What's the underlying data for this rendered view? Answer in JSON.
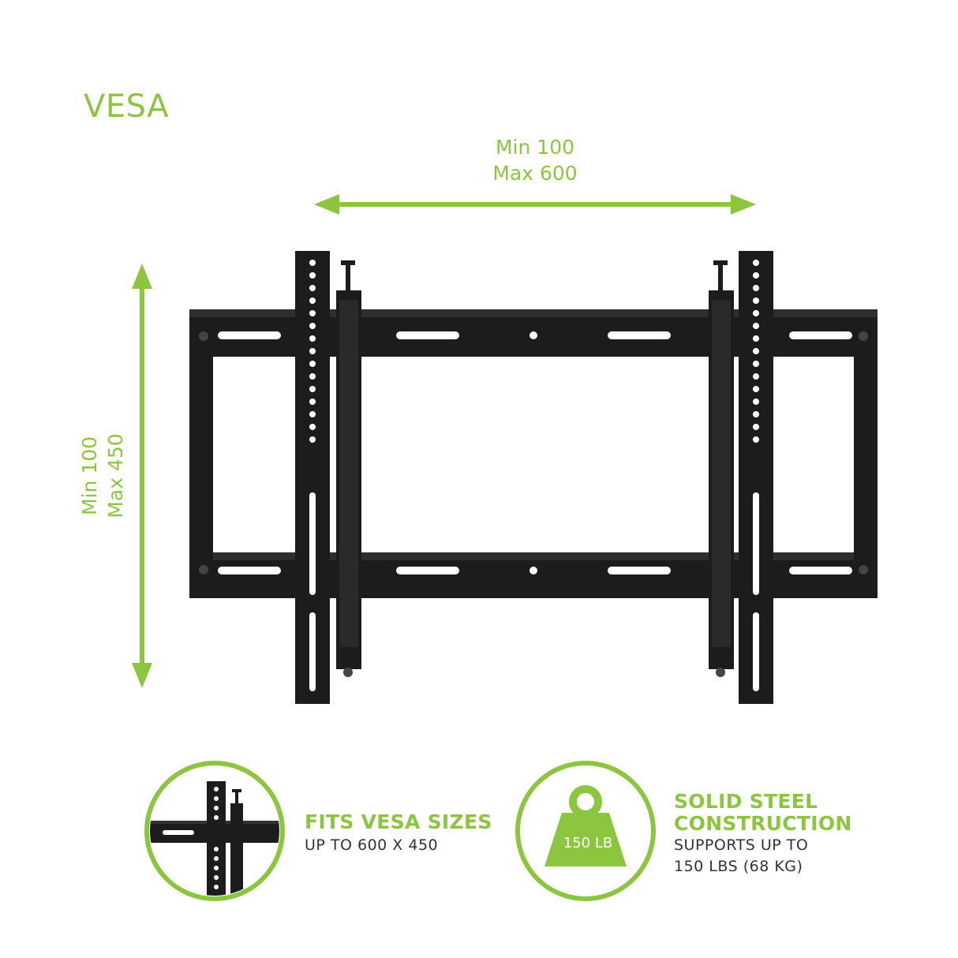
{
  "title": "VESA",
  "horizontal": {
    "line1": "Min 100",
    "line2": "Max 600"
  },
  "vertical": {
    "line1": "Min 100",
    "line2": "Max 450"
  },
  "features": [
    {
      "title": "FITS VESA SIZES",
      "subtitle_lines": [
        "UP TO 600 X 450"
      ]
    },
    {
      "title_lines": [
        "SOLID STEEL",
        "CONSTRUCTION"
      ],
      "subtitle_lines": [
        "SUPPORTS UP TO",
        "150 LBS (68 KG)"
      ],
      "badge": "150 LB"
    }
  ],
  "colors": {
    "accent": "#8cc63f",
    "metal": "#1c1c1c",
    "text": "#333333"
  },
  "icons": [
    "arrow-horizontal-icon",
    "arrow-vertical-icon",
    "mount-closeup-icon",
    "weight-icon"
  ]
}
